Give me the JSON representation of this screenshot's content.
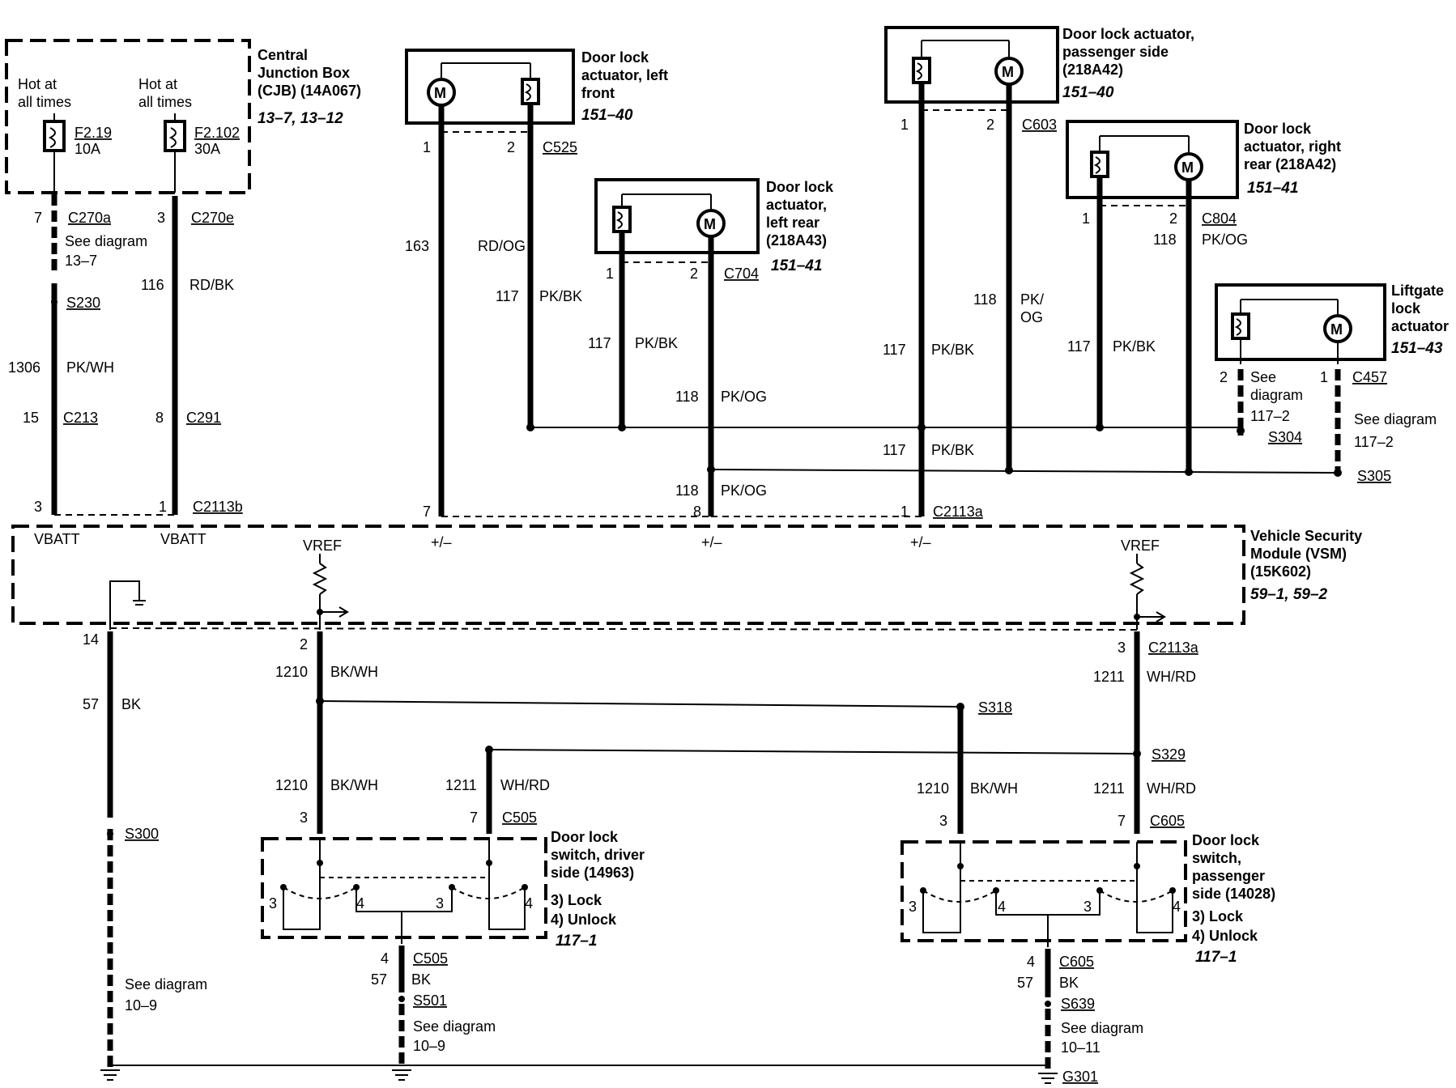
{
  "cjb": {
    "title_lines": [
      "Central",
      "Junction Box",
      "(CJB) (14A067)"
    ],
    "ref": "13–7, 13–12",
    "fuse1": {
      "hot": [
        "Hot at",
        "all times"
      ],
      "id": "F2.19",
      "rating": "10A"
    },
    "fuse2": {
      "hot": [
        "Hot at",
        "all times"
      ],
      "id": "F2.102",
      "rating": "30A"
    }
  },
  "col_a": {
    "pin_c270a": "7",
    "conn_c270a": "C270a",
    "see": [
      "See diagram",
      "13–7"
    ],
    "splice": "S230",
    "circuit": "1306",
    "color": "PK/WH",
    "pin_c213": "15",
    "conn_c213": "C213",
    "pin_vsm": "3",
    "vsm_label": "VBATT"
  },
  "col_b": {
    "pin_c270e": "3",
    "conn_c270e": "C270e",
    "circuit": "116",
    "color": "RD/BK",
    "pin_c291": "8",
    "conn_c291": "C291",
    "pin_vsm": "1",
    "conn_c2113b": "C2113b",
    "vsm_label": "VBATT"
  },
  "lf": {
    "title_lines": [
      "Door lock",
      "actuator, left",
      "front"
    ],
    "ref": "151–40",
    "pin1": "1",
    "pin2": "2",
    "conn": "C525",
    "circuit_163": "163",
    "color_163": "RD/OG",
    "circuit_117": "117",
    "color_117": "PK/BK",
    "pin_vsm": "7",
    "vsm_label": "+/–"
  },
  "lr": {
    "title_lines": [
      "Door lock",
      "actuator,",
      "left rear",
      "(218A43)"
    ],
    "ref": "151–41",
    "pin1": "1",
    "pin2": "2",
    "conn": "C704",
    "circuit_117": "117",
    "color_117": "PK/BK",
    "circuit_118": "118",
    "color_118": "PK/OG",
    "circuit_118b": "118",
    "color_118b": "PK/OG",
    "pin_vsm": "8",
    "vsm_label": "+/–"
  },
  "ps": {
    "title_lines": [
      "Door lock actuator,",
      "passenger side",
      "(218A42)"
    ],
    "ref": "151–40",
    "pin1": "1",
    "pin2": "2",
    "conn": "C603",
    "circuit_118": "118",
    "color_118": [
      "PK/",
      "OG"
    ],
    "circuit_117": "117",
    "color_117": "PK/BK",
    "circuit_117b": "117",
    "color_117b": "PK/BK",
    "pin_vsm": "1",
    "conn_vsm": "C2113a",
    "vsm_label": "+/–"
  },
  "rr": {
    "title_lines": [
      "Door lock",
      "actuator, right",
      "rear (218A42)"
    ],
    "ref": "151–41",
    "pin1": "1",
    "pin2": "2",
    "conn": "C804",
    "circuit_118": "118",
    "color_118": "PK/OG",
    "circuit_117": "117",
    "color_117": "PK/BK"
  },
  "lg": {
    "title_lines": [
      "Liftgate",
      "lock",
      "actuator"
    ],
    "ref": "151–43",
    "pin2": "2",
    "pin1": "1",
    "conn": "C457",
    "see_left": [
      "See",
      "diagram",
      "117–2"
    ],
    "splice_left": "S304",
    "see_right": [
      "See diagram",
      "117–2"
    ],
    "splice_right": "S305"
  },
  "vsm": {
    "title_lines": [
      "Vehicle Security",
      "Module (VSM)",
      "(15K602)"
    ],
    "ref": "59–1, 59–2",
    "vref_left": "VREF",
    "vref_right": "VREF"
  },
  "gnd_left": {
    "pin": "14",
    "circuit": "57",
    "color": "BK",
    "splice": "S300",
    "see": [
      "See diagram",
      "10–9"
    ]
  },
  "drv_feed": {
    "pin": "2",
    "circuit_top": "1210",
    "color_top": "BK/WH",
    "circuit_low": "1210",
    "color_low": "BK/WH",
    "wh_circuit": "1211",
    "wh_color": "WH/RD"
  },
  "pas_feed": {
    "pin": "3",
    "conn": "C2113a",
    "circuit_top": "1211",
    "color_top": "WH/RD",
    "splice_s318": "S318",
    "splice_s329": "S329",
    "bk_circuit": "1210",
    "bk_color": "BK/WH",
    "wh_circuit": "1211",
    "wh_color": "WH/RD"
  },
  "drv_switch": {
    "pin3": "3",
    "pin7": "7",
    "conn": "C505",
    "title_lines": [
      "Door lock",
      "switch, driver",
      "side (14963)"
    ],
    "states": [
      "3) Lock",
      "4) Unlock"
    ],
    "ref": "117–1",
    "contacts": [
      "3",
      "4",
      "3",
      "4"
    ],
    "gnd_pin": "4",
    "gnd_conn": "C505",
    "gnd_circuit": "57",
    "gnd_color": "BK",
    "splice": "S501",
    "see": [
      "See diagram",
      "10–9"
    ]
  },
  "pas_switch": {
    "pin3": "3",
    "pin7": "7",
    "conn": "C605",
    "title_lines": [
      "Door lock",
      "switch,",
      "passenger",
      "side (14028)"
    ],
    "states": [
      "3) Lock",
      "4) Unlock"
    ],
    "ref": "117–1",
    "contacts": [
      "3",
      "4",
      "3",
      "4"
    ],
    "gnd_pin": "4",
    "gnd_conn": "C605",
    "gnd_circuit": "57",
    "gnd_color": "BK",
    "splice": "S639",
    "see": [
      "See diagram",
      "10–11"
    ],
    "ground": "G301"
  },
  "symbols": {
    "motor": "M",
    "motor_icon": "motor-icon",
    "switch_icon": "position-switch-icon",
    "fuse_icon": "fuse-icon",
    "ground_icon": "ground-icon",
    "resistor_icon": "resistor-icon"
  }
}
